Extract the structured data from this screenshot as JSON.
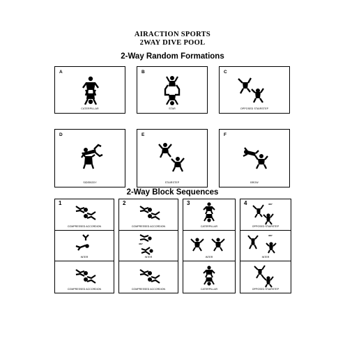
{
  "header": {
    "line1": "AIRACTION SPORTS",
    "line2": "2WAY DIVE POOL"
  },
  "random": {
    "heading": "2-Way Random Formations",
    "cards": [
      {
        "letter": "A",
        "caption": "CATERPILLAR"
      },
      {
        "letter": "B",
        "caption": "STAR"
      },
      {
        "letter": "C",
        "caption": "OPPOSED STAIRSTEP"
      },
      {
        "letter": "D",
        "caption": "SIDEBODY"
      },
      {
        "letter": "E",
        "caption": "STAIRSTEP"
      },
      {
        "letter": "F",
        "caption": "BROW"
      }
    ]
  },
  "blocks": {
    "heading": "2-Way Block Sequences",
    "columns": [
      {
        "number": "1",
        "cells": [
          {
            "caption": "COMPRESSED ACCORDION",
            "note": ""
          },
          {
            "caption": "INTER",
            "note": ""
          },
          {
            "caption": "COMPRESSED ACCORDION",
            "note": ""
          }
        ]
      },
      {
        "number": "2",
        "cells": [
          {
            "caption": "COMPRESSED ACCORDION",
            "note": ""
          },
          {
            "caption": "INTER",
            "note": "360°"
          },
          {
            "caption": "COMPRESSED ACCORDION",
            "note": ""
          }
        ]
      },
      {
        "number": "3",
        "cells": [
          {
            "caption": "CATERPILLAR",
            "note": ""
          },
          {
            "caption": "INTER",
            "note": ""
          },
          {
            "caption": "CATERPILLAR",
            "note": ""
          }
        ]
      },
      {
        "number": "4",
        "cells": [
          {
            "caption": "OPPOSED STAIRSTEP",
            "note": "360°"
          },
          {
            "caption": "INTER",
            "note": "360°"
          },
          {
            "caption": "OPPOSED STAIRSTEP",
            "note": ""
          }
        ]
      }
    ]
  }
}
